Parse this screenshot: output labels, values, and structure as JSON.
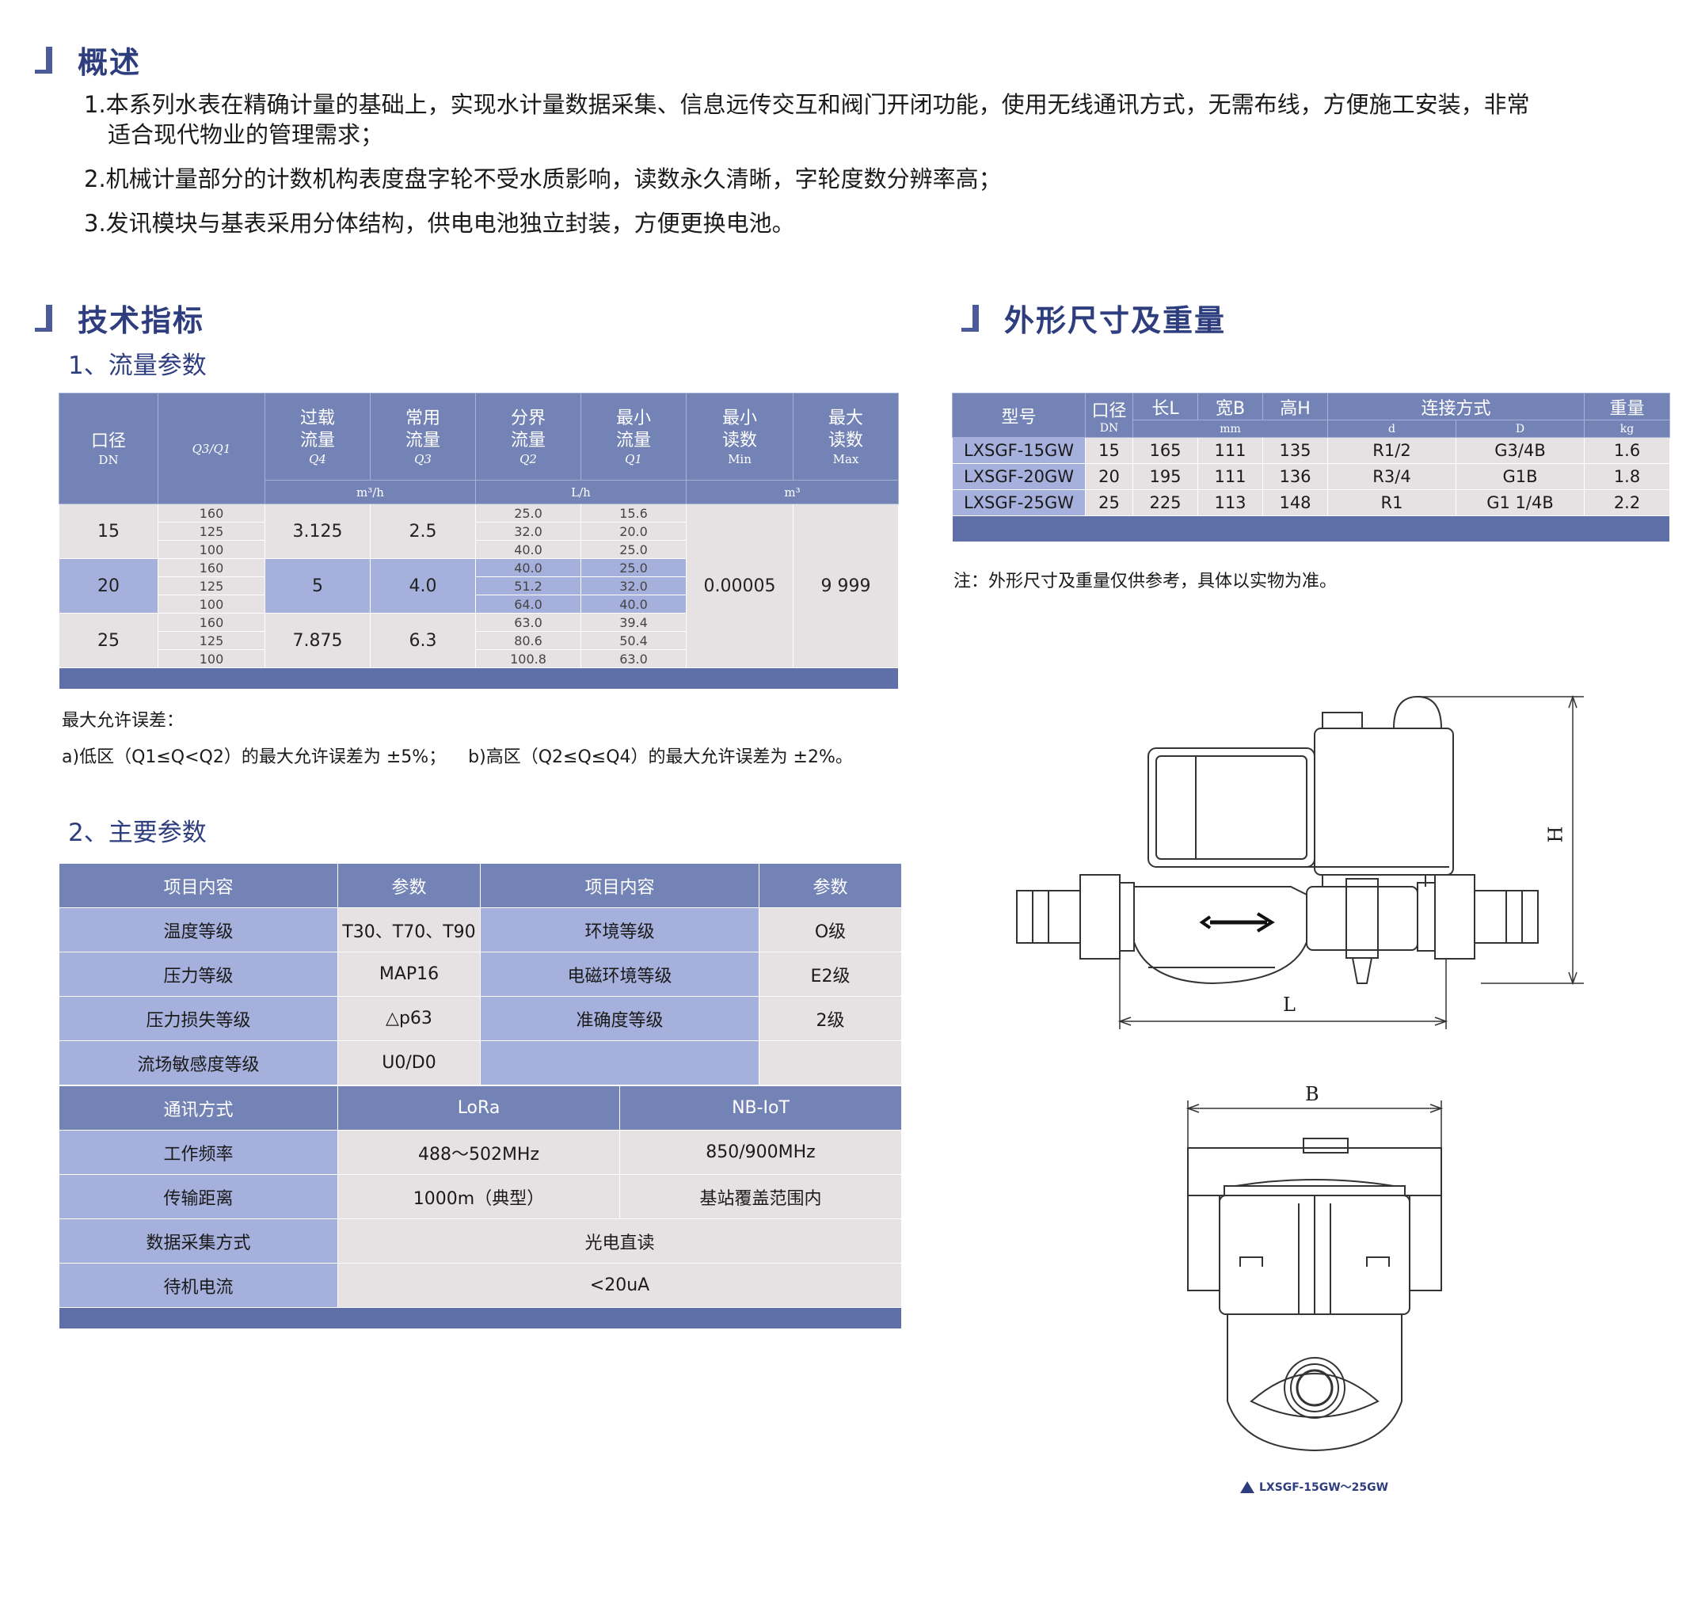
{
  "overview": {
    "title": "概述",
    "items": [
      "1.本系列水表在精确计量的基础上，实现水计量数据采集、信息远传交互和阀门开闭功能，使用无线通讯方式，无需布线，方便施工安装，非常",
      "适合现代物业的管理需求；",
      "2.机械计量部分的计数机构表度盘字轮不受水质影响，读数永久清晰，字轮度数分辨率高；",
      "3.发讯模块与基表采用分体结构，供电电池独立封装，方便更换电池。"
    ]
  },
  "tech": {
    "title": "技术指标",
    "flow_title": "1、流量参数",
    "flow_table": {
      "headers": {
        "dn": "口径",
        "dn_sub": "DN",
        "ratio": "Q3/Q1",
        "overload_1": "过载",
        "overload_2": "流量",
        "overload_sym": "Q4",
        "common_1": "常用",
        "common_2": "流量",
        "common_sym": "Q3",
        "trans_1": "分界",
        "trans_2": "流量",
        "trans_sym": "Q2",
        "min_1": "最小",
        "min_2": "流量",
        "min_sym": "Q1",
        "minr_1": "最小",
        "minr_2": "读数",
        "minr_sub": "Min",
        "maxr_1": "最大",
        "maxr_2": "读数",
        "maxr_sub": "Max"
      },
      "units": {
        "m3h": "m³/h",
        "lh": "L/h",
        "m3": "m³"
      },
      "groups": [
        {
          "dn": "15",
          "q4": "3.125",
          "q3": "2.5",
          "rows": [
            {
              "r": "160",
              "q2": "25.0",
              "q1": "15.6"
            },
            {
              "r": "125",
              "q2": "32.0",
              "q1": "20.0"
            },
            {
              "r": "100",
              "q2": "40.0",
              "q1": "25.0"
            }
          ]
        },
        {
          "dn": "20",
          "q4": "5",
          "q3": "4.0",
          "rows": [
            {
              "r": "160",
              "q2": "40.0",
              "q1": "25.0"
            },
            {
              "r": "125",
              "q2": "51.2",
              "q1": "32.0"
            },
            {
              "r": "100",
              "q2": "64.0",
              "q1": "40.0"
            }
          ]
        },
        {
          "dn": "25",
          "q4": "7.875",
          "q3": "6.3",
          "rows": [
            {
              "r": "160",
              "q2": "63.0",
              "q1": "39.4"
            },
            {
              "r": "125",
              "q2": "80.6",
              "q1": "50.4"
            },
            {
              "r": "100",
              "q2": "100.8",
              "q1": "63.0"
            }
          ]
        }
      ],
      "min_reading": "0.00005",
      "max_reading": "9 999"
    },
    "error_label": "最大允许误差：",
    "error_text": "a)低区（Q1≤Q<Q2）的最大允许误差为 ±5%；    b)高区（Q2≤Q≤Q4）的最大允许误差为 ±2%。",
    "main_title": "2、主要参数",
    "main_table": {
      "h_item1": "项目内容",
      "h_param1": "参数",
      "h_item2": "项目内容",
      "h_param2": "参数",
      "rows": [
        {
          "k1": "温度等级",
          "v1": "T30、T70、T90",
          "k2": "环境等级",
          "v2": "O级"
        },
        {
          "k1": "压力等级",
          "v1": "MAP16",
          "k2": "电磁环境等级",
          "v2": "E2级"
        },
        {
          "k1": "压力损失等级",
          "v1": "△p63",
          "k2": "准确度等级",
          "v2": "2级"
        },
        {
          "k1": "流场敏感度等级",
          "v1": "U0/D0",
          "k2": "",
          "v2": ""
        }
      ],
      "comm_label": "通讯方式",
      "comm_a": "LoRa",
      "comm_b": "NB-IoT",
      "freq_label": "工作频率",
      "freq_a": "488～502MHz",
      "freq_b": "850/900MHz",
      "dist_label": "传输距离",
      "dist_a": "1000m（典型）",
      "dist_b": "基站覆盖范围内",
      "acq_label": "数据采集方式",
      "acq_val": "光电直读",
      "standby_label": "待机电流",
      "standby_val": "<20uA"
    }
  },
  "dims": {
    "title": "外形尺寸及重量",
    "headers": {
      "model": "型号",
      "dn": "口径",
      "dn_sub": "DN",
      "l": "长L",
      "b": "宽B",
      "h": "高H",
      "mm": "mm",
      "conn": "连接方式",
      "d": "d",
      "D": "D",
      "weight": "重量",
      "kg": "kg"
    },
    "rows": [
      {
        "model": "LXSGF-15GW",
        "dn": "15",
        "l": "165",
        "b": "111",
        "h": "135",
        "d": "R1/2",
        "D": "G3/4B",
        "w": "1.6"
      },
      {
        "model": "LXSGF-20GW",
        "dn": "20",
        "l": "195",
        "b": "111",
        "h": "136",
        "d": "R3/4",
        "D": "G1B",
        "w": "1.8"
      },
      {
        "model": "LXSGF-25GW",
        "dn": "25",
        "l": "225",
        "b": "113",
        "h": "148",
        "d": "R1",
        "D": "G1 1/4B",
        "w": "2.2"
      }
    ],
    "note": "注：外形尺寸及重量仅供参考，具体以实物为准。",
    "label_H": "H",
    "label_L": "L",
    "label_B": "B",
    "caption": "LXSGF-15GW～25GW"
  }
}
